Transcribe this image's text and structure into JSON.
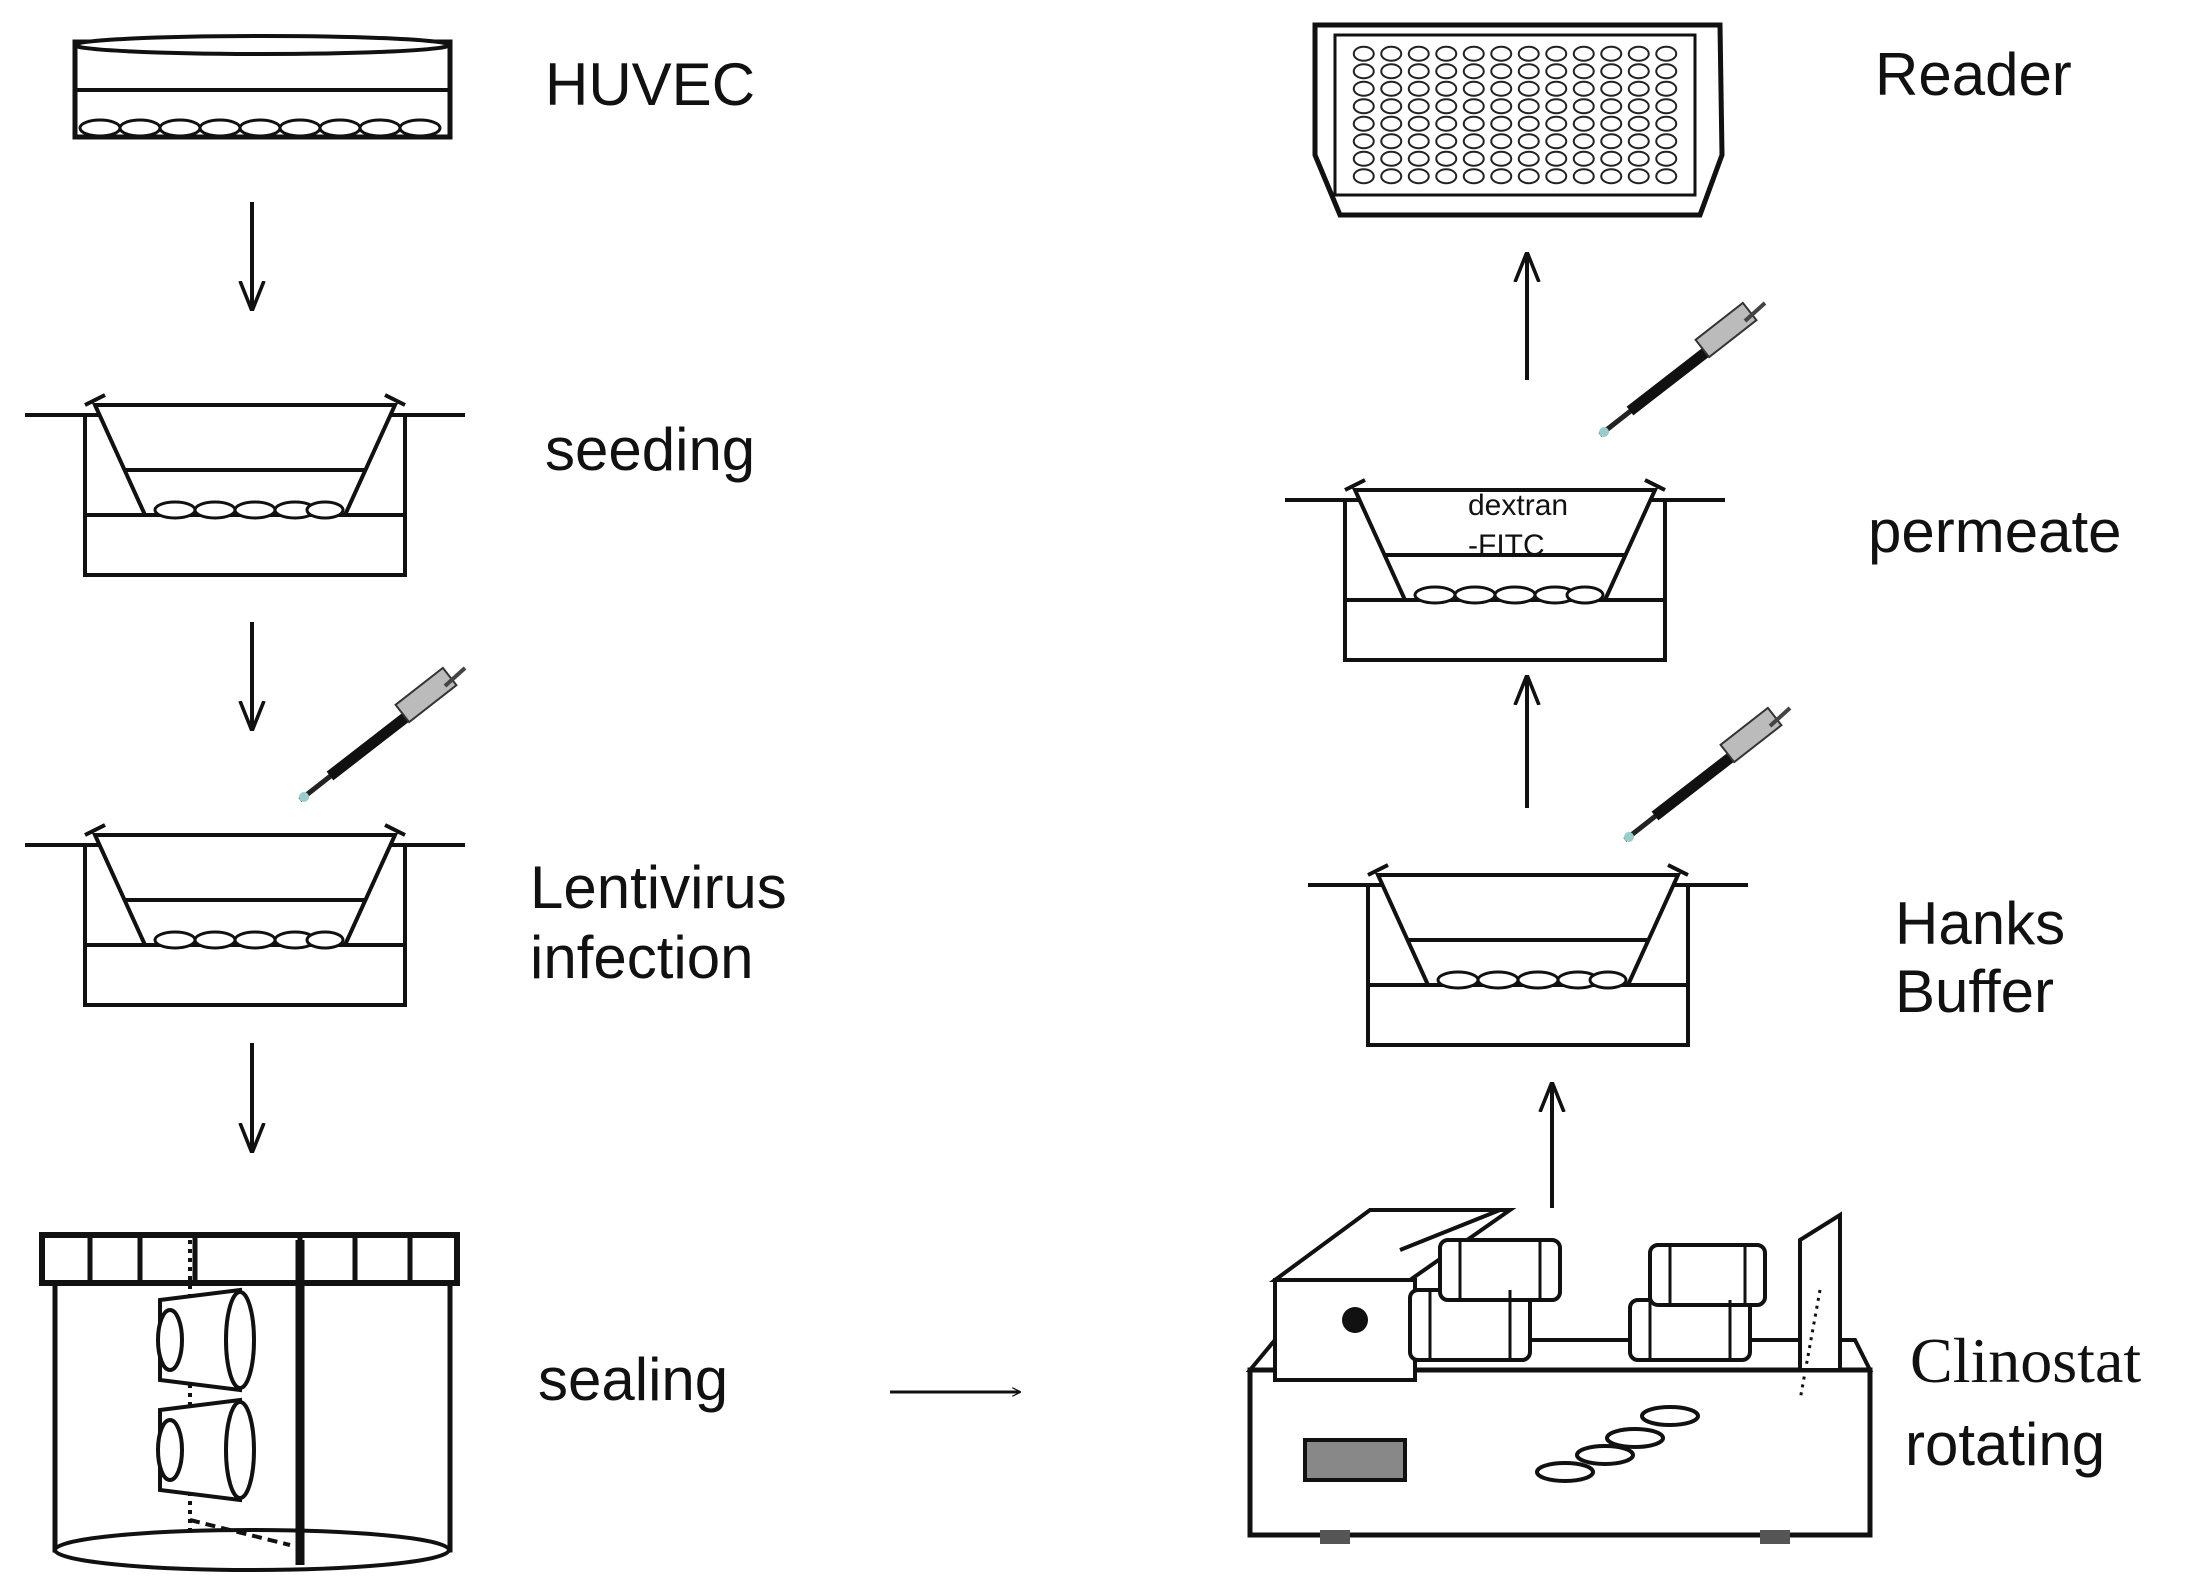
{
  "steps": {
    "huvec": "HUVEC",
    "seeding": "seeding",
    "lentivirus_line1": "Lentivirus",
    "lentivirus_line2": "infection",
    "sealing": "sealing",
    "clinostat_line1": "Clinostat",
    "clinostat_line2": "rotating",
    "hanks_line1": "Hanks",
    "hanks_line2": "Buffer",
    "permeate": "permeate",
    "reader": "Reader"
  },
  "insert_labels": {
    "dextran_line1": "dextran",
    "dextran_line2": "-FITC"
  },
  "icons": [
    "culture-dish-icon",
    "transwell-insert-icon",
    "pipette-icon",
    "sealed-vessel-icon",
    "clinostat-icon",
    "plate-reader-icon",
    "arrow-icon"
  ]
}
